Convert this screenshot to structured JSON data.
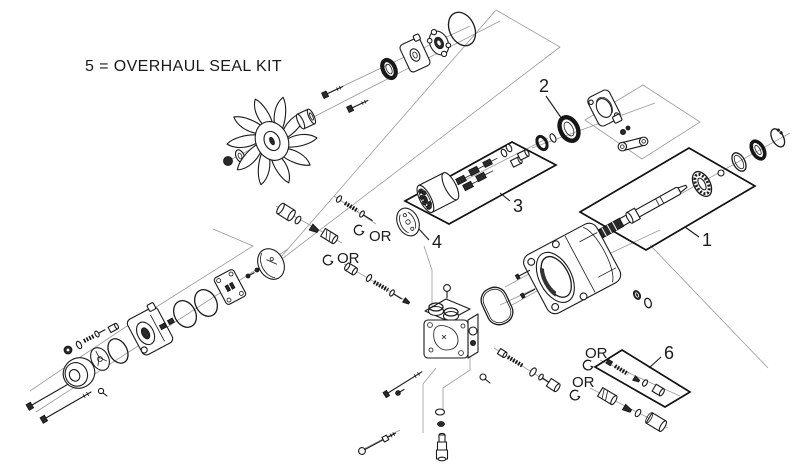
{
  "colors": {
    "background": "#ffffff",
    "line": "#1a1a1a",
    "construction_line": "#9a9a9a"
  },
  "legend": {
    "seal_kit_note": "5 = OVERHAUL SEAL KIT"
  },
  "callouts": {
    "n1": "1",
    "n2": "2",
    "n3": "3",
    "n4": "4",
    "n6": "6"
  },
  "or_labels": {
    "a": "OR",
    "b": "OR",
    "c": "OR",
    "d": "OR"
  }
}
